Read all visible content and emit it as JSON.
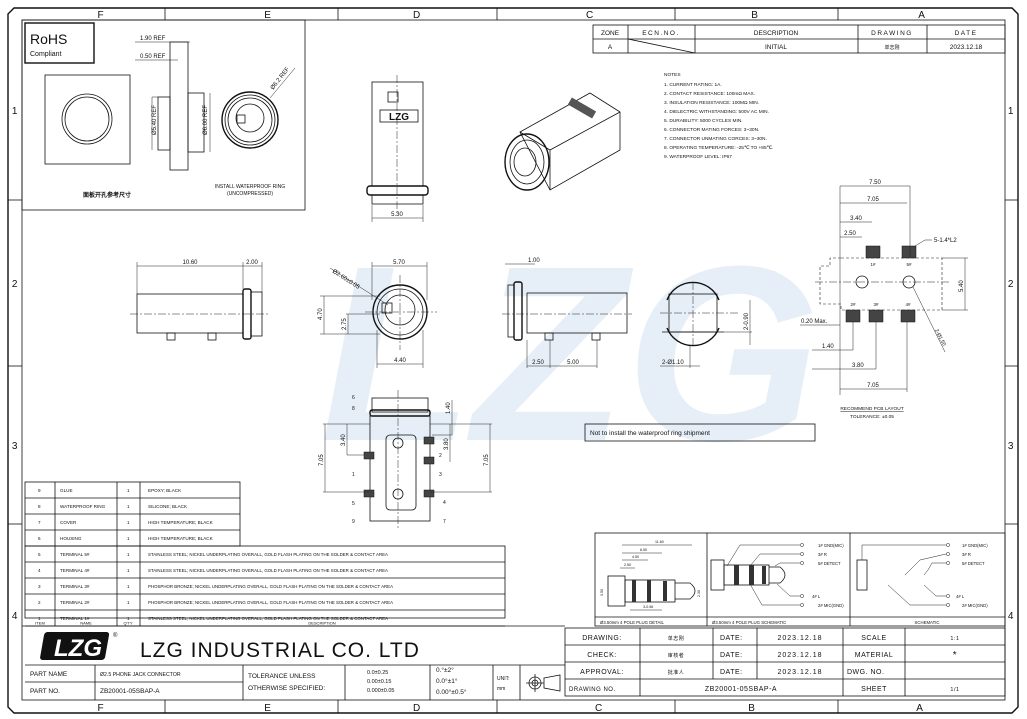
{
  "frame": {
    "columns": [
      "F",
      "E",
      "D",
      "C",
      "B",
      "A"
    ],
    "rows": [
      "1",
      "2",
      "3",
      "4"
    ]
  },
  "revision_table": {
    "headers": {
      "zone": "ZONE",
      "ecn": "ECN.NO.",
      "description": "DESCRIPTION",
      "drawing": "DRAWING",
      "date": "DATE"
    },
    "row": {
      "zone": "A",
      "ecn": "",
      "description": "INITIAL",
      "drawing": "单志刚",
      "date": "2023.12.18"
    }
  },
  "rohs": {
    "title": "RoHS",
    "subtitle": "Compliant"
  },
  "notes": {
    "title": "NOTES",
    "items": [
      "1. CURRENT RATING: 1A.",
      "2. CONTACT RESISTANCE: 100mΩ MAX.",
      "3. INSULATION RESISTANCE: 100MΩ MIN.",
      "4. DIELECTRIC WITHSTANDING: 500V AC MIN.",
      "5. DURABILITY: 5000 CYCLES MIN.",
      "6. CONNECTOR MATING FORCES: 3~30N.",
      "7. CONNECTOR UNMATING CORCES: 3~30N.",
      "8. OPERATING TEMPERATURE: -25℃ TO +85℃.",
      "9. WATERPROOF LEVEL: IP67"
    ]
  },
  "panel_detail": {
    "caption": "面板开孔参考尺寸",
    "ring_caption_1": "INSTALL WATERPROOF RING",
    "ring_caption_2": "(UNCOMPRESSED)",
    "dims": {
      "a": "1.90 REF",
      "b": "0.50 REF",
      "c": "Ø5.40 REF",
      "d": "Ø6.00 REF",
      "e": "Ø6.2 REF"
    }
  },
  "dims": {
    "top_width": "5.30",
    "side_len": "10.60",
    "side_flange": "2.00",
    "front_w": "5.70",
    "front_hole": "Ø2.60±0.05",
    "front_h": "4.70",
    "front_c": "2.75",
    "front_bw": "4.40",
    "side2_flange": "1.00",
    "side2_a": "2.50",
    "side2_b": "5.00",
    "back_h": "2-0.90",
    "back_hole": "2-Ø1.10",
    "bottom_a": "3.40",
    "bottom_b": "7.05",
    "bottom_c": "3.80",
    "bottom_d": "7.05",
    "bottom_e": "1.40"
  },
  "bottom_callouts": [
    "6",
    "8",
    "2",
    "1",
    "3",
    "5",
    "4",
    "9",
    "7"
  ],
  "pcb_layout": {
    "dims": {
      "w1": "7.50",
      "w2": "7.05",
      "w3": "3.40",
      "w4": "2.50",
      "pad": "5-1.4*L2",
      "h": "5.40",
      "hole": "2-Ø1.50",
      "max": "0.20 Max.",
      "b1": "1.40",
      "b2": "3.80",
      "b3": "7.05"
    },
    "pins": {
      "p1": "1#",
      "p5": "5#",
      "p2": "2#",
      "p3": "3#",
      "p4": "4#"
    },
    "title": "RECOMMEND PCB LAYOUT",
    "tolerance": "TOLERANCE: ±0.05"
  },
  "shipment_note": "Not to install the waterproof ring shipment",
  "watermark": "LZG",
  "bom": {
    "headers": {
      "item": "ITEM",
      "name": "NAME",
      "qty": "Q'TY",
      "description": "DESCRIPTION"
    },
    "rows": [
      {
        "item": "9",
        "name": "GLUE",
        "qty": "1",
        "description": "EPOXY; BLACK"
      },
      {
        "item": "8",
        "name": "WATERPROOF RING",
        "qty": "1",
        "description": "SILICONE; BLACK"
      },
      {
        "item": "7",
        "name": "COVER",
        "qty": "1",
        "description": "HIGH TEMPERATURE; BLACK"
      },
      {
        "item": "6",
        "name": "HOUSING",
        "qty": "1",
        "description": "HIGH TEMPERATURE; BLACK"
      },
      {
        "item": "5",
        "name": "TERMINAL 5#",
        "qty": "1",
        "description": "STAINLESS STEEL; NICKEL UNDERPLATING OVERALL, GOLD FLASH PLATING ON THE SOLDER & CONTACT AREA"
      },
      {
        "item": "4",
        "name": "TERMINAL 4#",
        "qty": "1",
        "description": "STAINLESS STEEL; NICKEL UNDERPLATING OVERALL, GOLD FLASH PLATING ON THE SOLDER & CONTACT AREA"
      },
      {
        "item": "3",
        "name": "TERMINAL 3#",
        "qty": "1",
        "description": "PHOSPHOR BRONZE; NICKEL UNDERPLATING OVERALL, GOLD FLASH PLATING ON THE SOLDER & CONTACT AREA"
      },
      {
        "item": "2",
        "name": "TERMINAL 2#",
        "qty": "1",
        "description": "PHOSPHOR BRONZE; NICKEL UNDERPLATING OVERALL, GOLD FLASH PLATING ON THE SOLDER & CONTACT AREA"
      },
      {
        "item": "1",
        "name": "TERMINAL 1#",
        "qty": "1",
        "description": "STAINLESS STEEL; NICKEL UNDERPLATING OVERALL, GOLD FLASH PLATING ON THE SOLDER & CONTACT AREA"
      }
    ]
  },
  "schematics": {
    "plug_detail_caption": "Ø3.50mm 4 POLE PLUG DETAIL",
    "plug_dims": [
      "11.60",
      "6.50",
      "4.50",
      "2.50",
      "3.50",
      "2.30",
      "3-0.56"
    ],
    "plug_schematic_caption": "Ø3.50mm 4 POLE PLUG SCHEMATIC",
    "schematic_caption": "SCHEMATIC",
    "pins": [
      "1# GND(MIC)",
      "3# R",
      "5# DETECT",
      "4# L",
      "2# MIC(GND)"
    ]
  },
  "title_block": {
    "company": "LZG INDUSTRIAL CO. LTD",
    "logo": "LZG",
    "part_name_label": "PART NAME",
    "part_name": "Ø2.5 PHONE JACK CONNECTOR",
    "part_no_label": "PART NO.",
    "part_no": "ZB20001-05SBAP-A",
    "tolerance_label_1": "TOLERANCE UNLESS",
    "tolerance_label_2": "OTHERWISE SPECIFIED:",
    "tol_linear": [
      "0.0±0.25",
      "0.00±0.15",
      "0.000±0.05"
    ],
    "tol_angle": [
      "0.°±2°",
      "0.0°±1°",
      "0.00°±0.5°"
    ],
    "unit_label": "UNIT:",
    "unit": "mm",
    "drawing_label": "DRAWING:",
    "drawing_by": "单志刚",
    "check_label": "CHECK:",
    "check_by": "审核者",
    "approval_label": "APPROVAL:",
    "approval_by": "批准人",
    "date_label": "DATE:",
    "drawing_date": "2023.12.18",
    "check_date": "2023.12.18",
    "approval_date": "2023.12.18",
    "scale_label": "SCALE",
    "scale": "1:1",
    "material_label": "MATERIAL",
    "material": "*",
    "dwg_no_label": "DWG. NO.",
    "dwg_no": "",
    "drawing_no_label": "DRAWING NO.",
    "drawing_no": "ZB20001-05SBAP-A",
    "sheet_label": "SHEET",
    "sheet": "1/1"
  }
}
